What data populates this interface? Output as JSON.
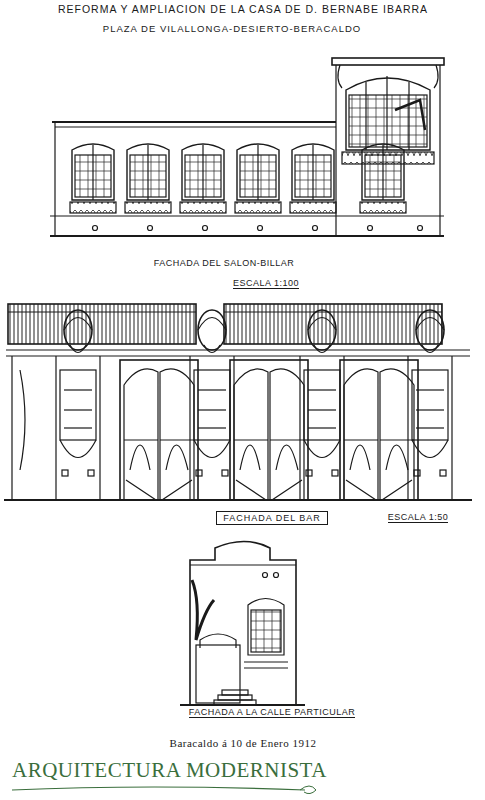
{
  "diagram": {
    "title": "REFORMA Y AMPLIACION DE LA CASA DE D. BERNABE IBARRA",
    "labels": [
      "PLAZA DE VILALLONGA-DESIERTO-BERACALDO",
      "FACHADA DEL SALON-BILLAR",
      "ESCALA 1:100",
      "FACHADA DEL BAR",
      "ESCALA 1:50",
      "FACHADA A LA CALLE PARTICULAR",
      "Baracaldo á 10 de Enero 1912",
      "ARQUITECTURA MODERNISTA"
    ]
  }
}
